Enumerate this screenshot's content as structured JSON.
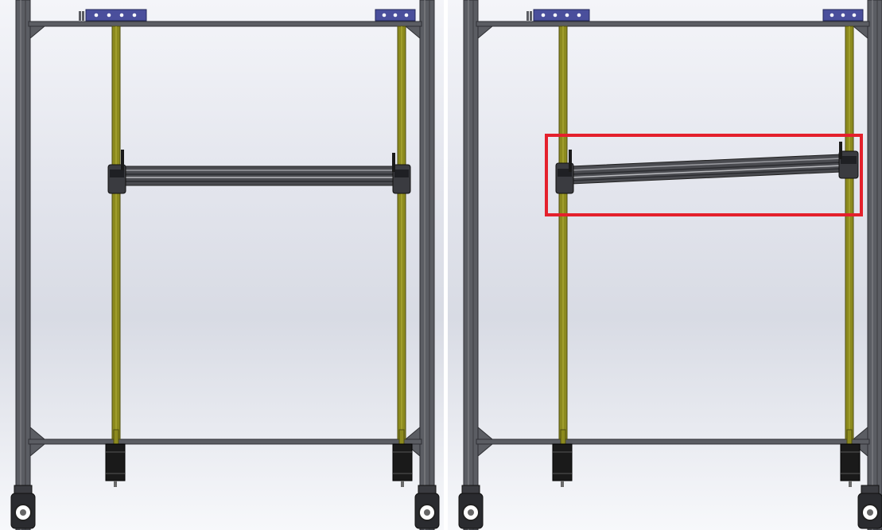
{
  "figure": {
    "panels": [
      {
        "id": "left",
        "state": "beam-level"
      },
      {
        "id": "right",
        "state": "beam-tilted",
        "highlight": true
      }
    ],
    "colors": {
      "frame": "#5b5d63",
      "frame_edge": "#2f3034",
      "lead_screw": "#8c8a1e",
      "lead_screw_edge": "#4f4d10",
      "beam": "#4a4b50",
      "motor": "#1a1a1a",
      "mount_plate": "#4a4f9c",
      "highlight_box": "#e4202c",
      "background_top": "#eef0f6",
      "background_mid": "#d9dce5"
    }
  }
}
